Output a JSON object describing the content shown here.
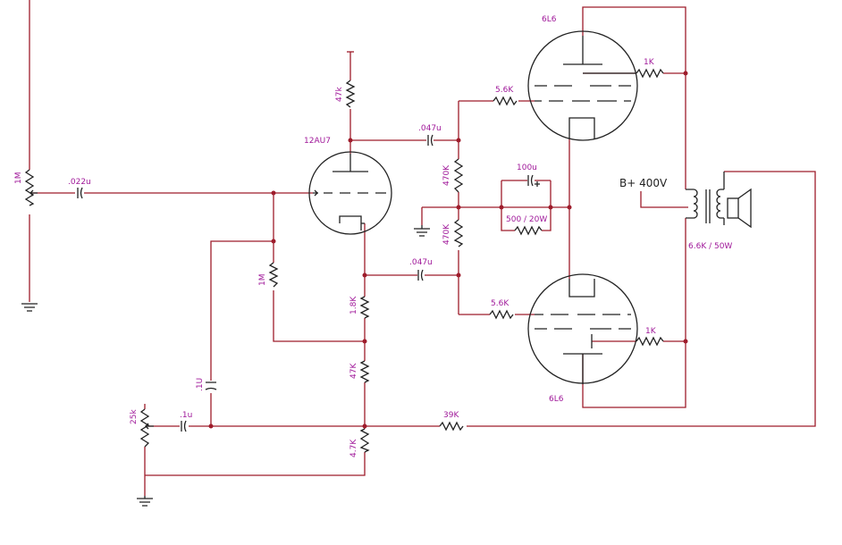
{
  "colors": {
    "wire": "#9e1c2b",
    "component": "#222222",
    "label": "#a0199a",
    "background": "#ffffff"
  },
  "labels": {
    "pot_input": "1M",
    "cap_input": ".022u",
    "tube_preamp": "12AU7",
    "r_plate": "47k",
    "cap_coupling_top": ".047u",
    "cap_coupling_bottom": ".047u",
    "r_grid_top": "470K",
    "r_grid_bottom": "470K",
    "cap_cathode": "100u",
    "r_cathode_power": "500 / 20W",
    "r_grid_stop_top": "5.6K",
    "r_grid_stop_bottom": "5.6K",
    "r_screen_top": "1K",
    "r_screen_bottom": "1K",
    "tube_top": "6L6",
    "tube_bottom": "6L6",
    "supply": "B+ 400V",
    "transformer": "6.6K / 50W",
    "r_bias_1M": "1M",
    "r_cathode_1": "1.8K",
    "r_cathode_2": "47K",
    "r_cathode_3": "4.7K",
    "cap_feedback_1": ".1U",
    "cap_feedback_2": ".1u",
    "pot_presence": "25k",
    "r_feedback": "39K"
  }
}
